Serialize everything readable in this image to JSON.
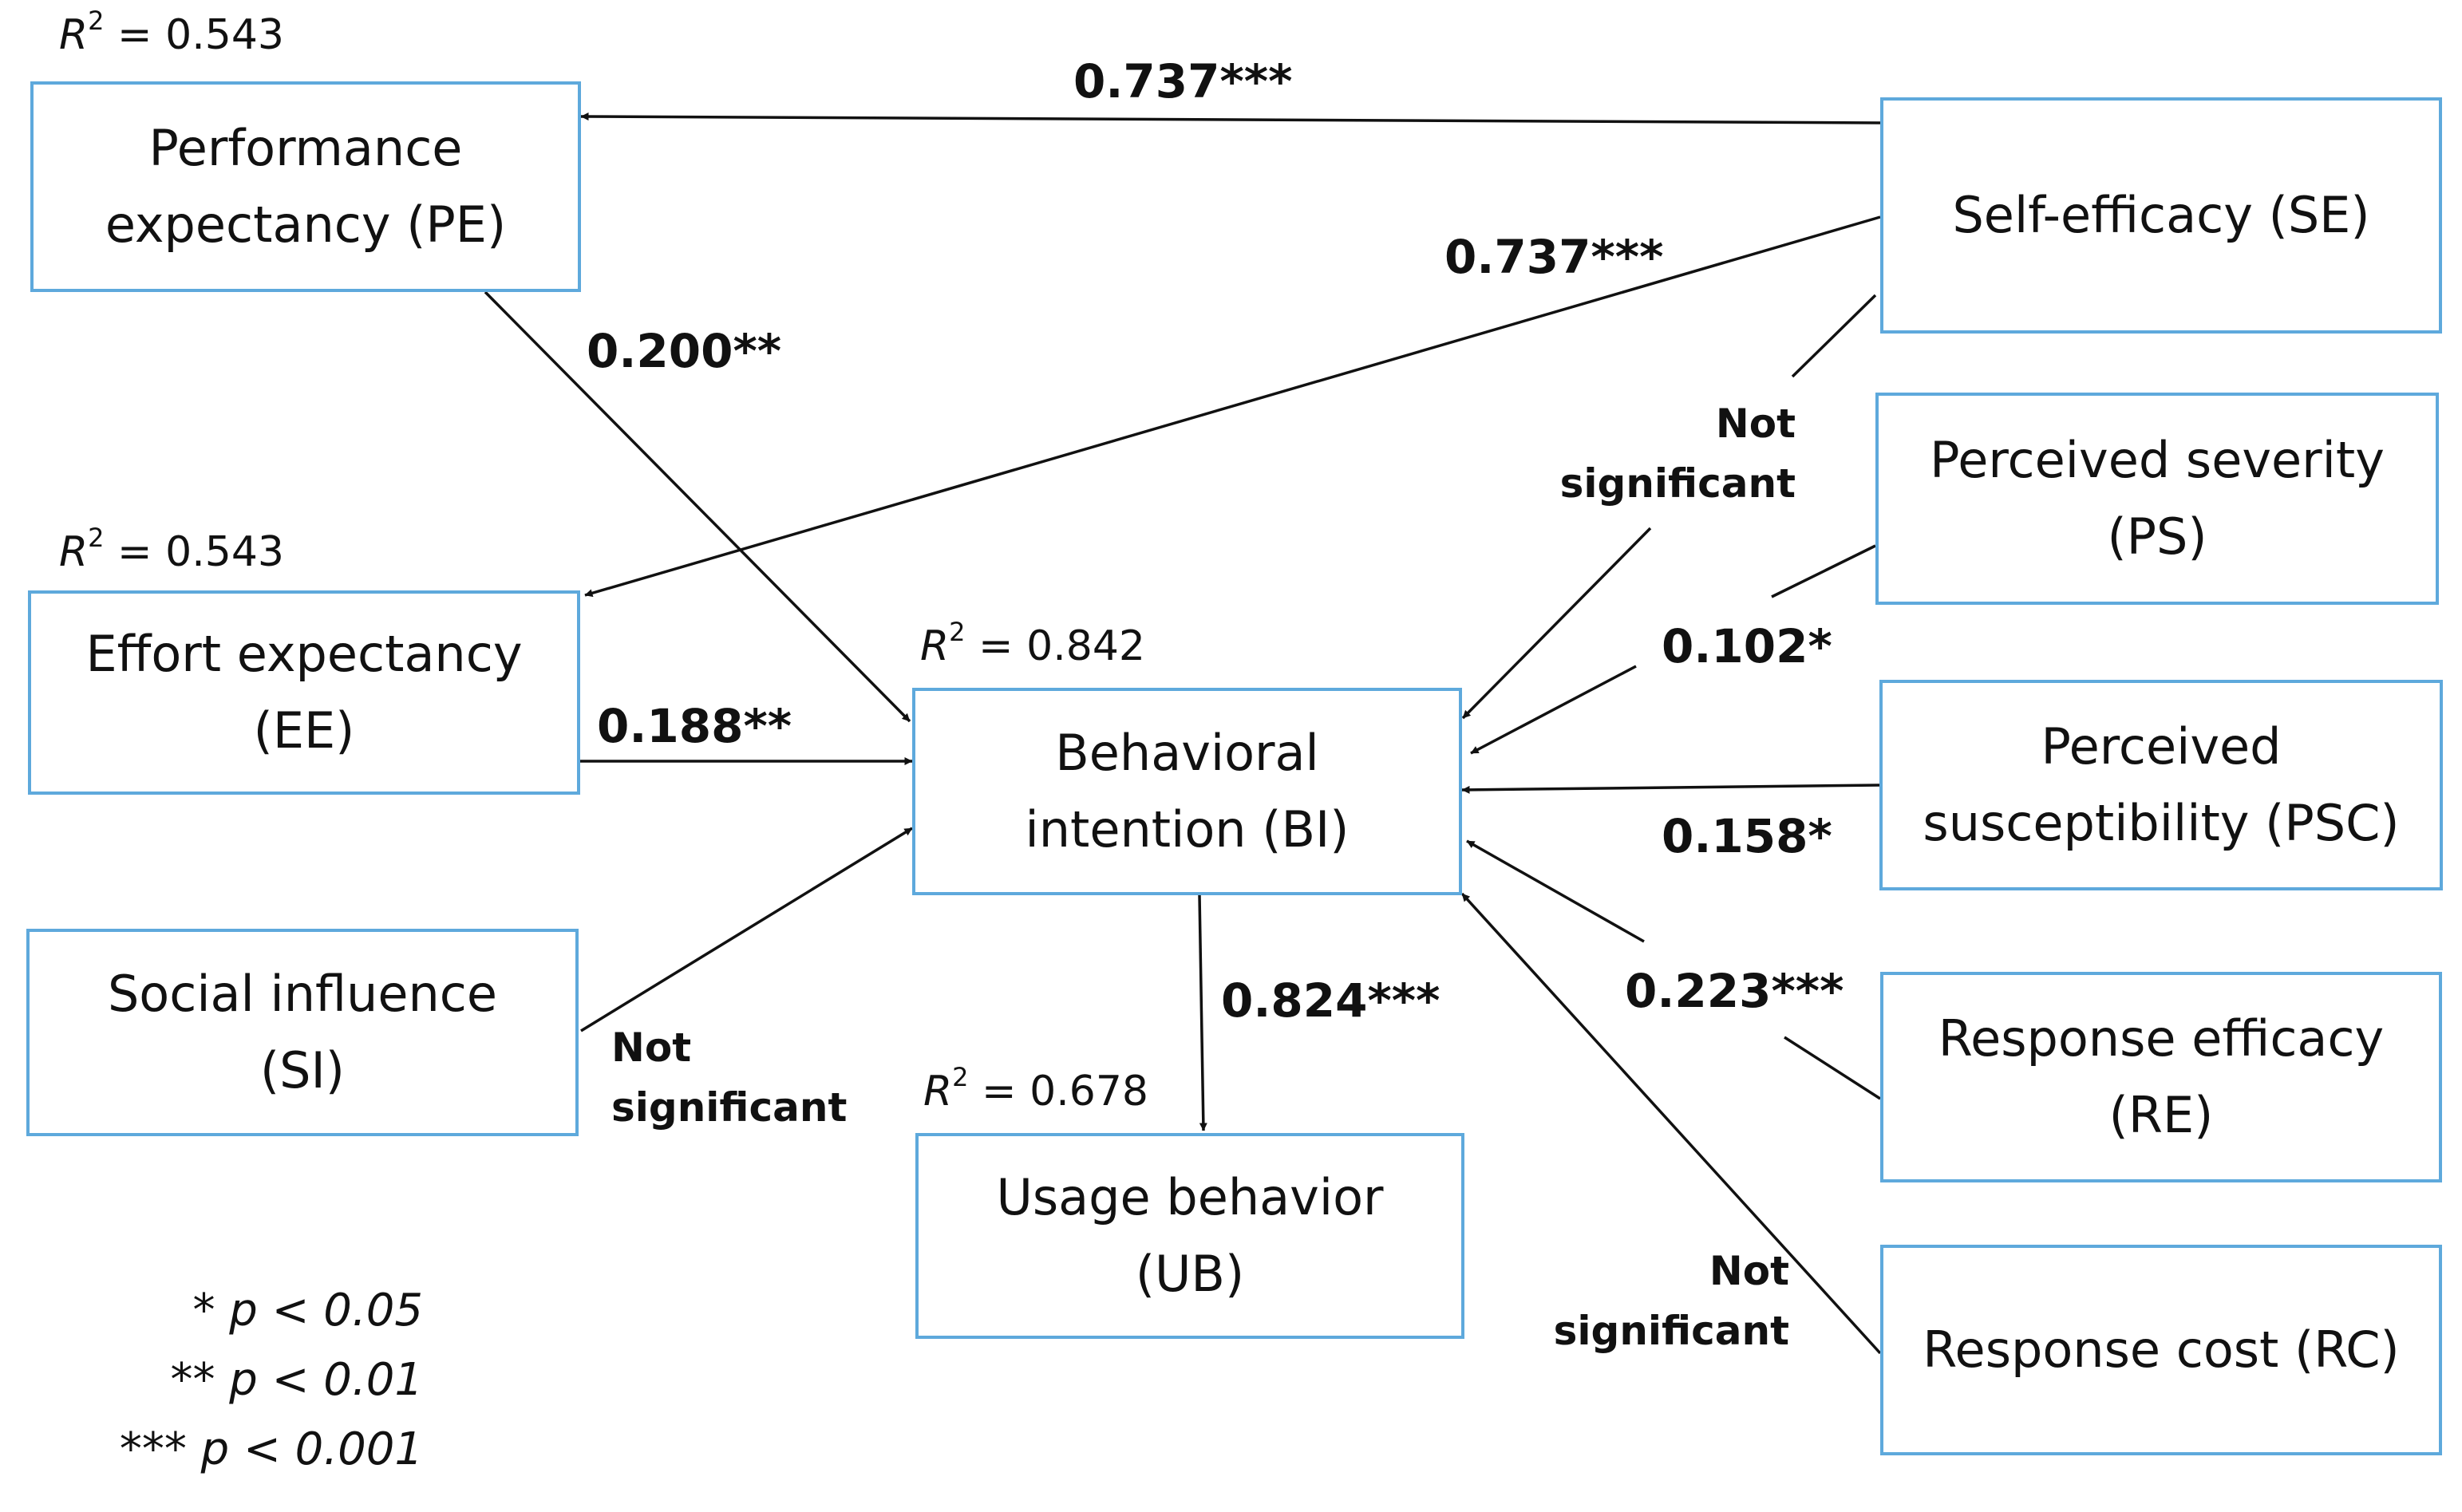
{
  "nodes": {
    "pe": "Performance\nexpectancy (PE)",
    "ee": "Effort expectancy\n(EE)",
    "si": "Social influence\n(SI)",
    "bi": "Behavioral\nintention (BI)",
    "ub": "Usage behavior\n(UB)",
    "se": "Self-efficacy (SE)",
    "ps": "Perceived severity\n(PS)",
    "psc": "Perceived\nsusceptibility (PSC)",
    "re": "Response efficacy\n(RE)",
    "rc": "Response cost (RC)"
  },
  "r_squared": {
    "symbol": "R",
    "exponent": "2",
    "pe": "= 0.543",
    "ee": "= 0.543",
    "bi": "= 0.842",
    "ub": "= 0.678"
  },
  "paths": {
    "se_pe": "0.737***",
    "se_ee": "0.737***",
    "pe_bi": "0.200**",
    "ee_bi": "0.188**",
    "si_bi": "Not\nsignificant",
    "se_bi": "Not\nsignificant",
    "ps_bi": "0.102*",
    "psc_bi": "0.158*",
    "re_bi": "0.223***",
    "rc_bi": "Not\nsignificant",
    "bi_ub": "0.824***"
  },
  "legend": {
    "p05": "* p < 0.05",
    "p01": "** p < 0.01",
    "p001": "*** p < 0.001"
  },
  "colors": {
    "box_border": "#5ea9dc",
    "arrow": "#111111",
    "text": "#111111"
  }
}
